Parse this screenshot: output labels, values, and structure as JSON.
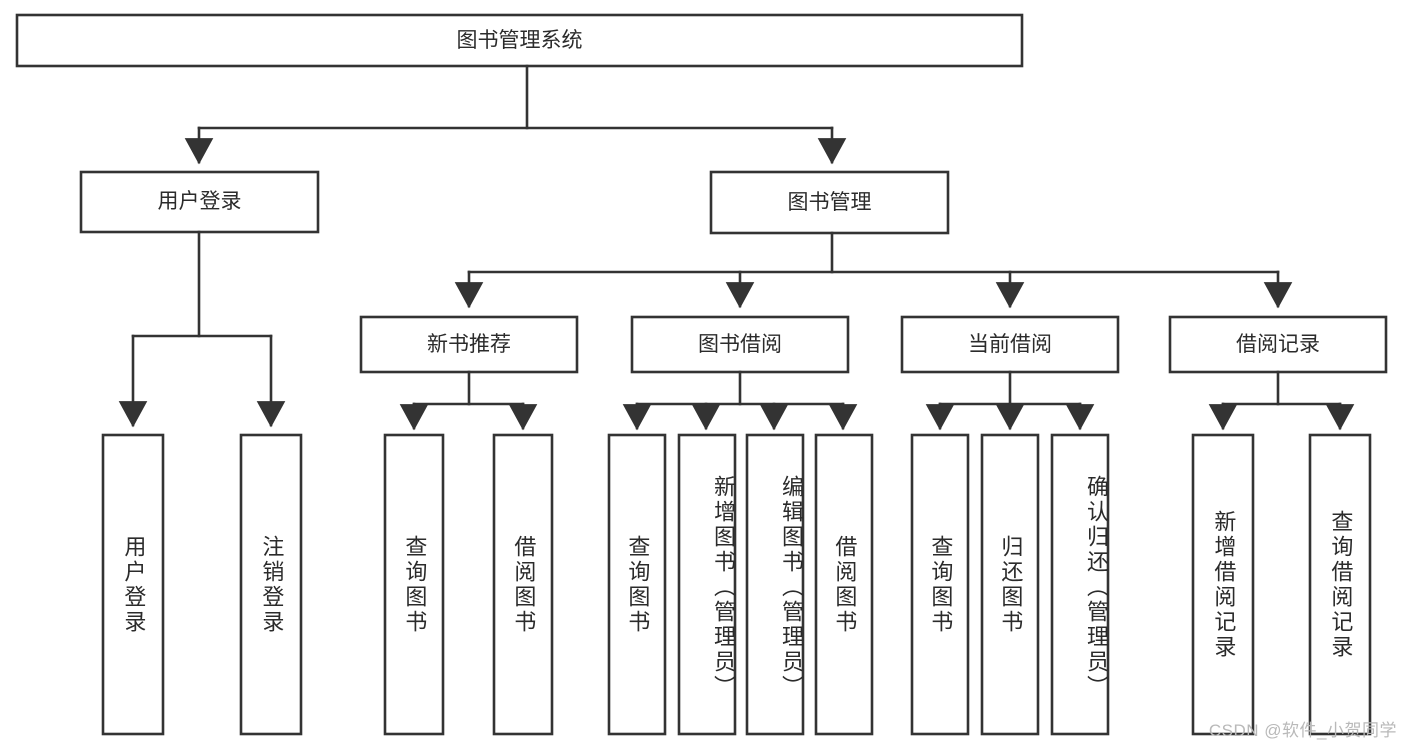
{
  "diagram": {
    "title": "图书管理系统",
    "type": "tree-hierarchy",
    "colors": {
      "background": "#ffffff",
      "box_fill": "#ffffff",
      "box_stroke": "#333333",
      "text": "#2b2b2b",
      "watermark": "#b9b9b9"
    },
    "root": {
      "label": "图书管理系统"
    },
    "level2": [
      {
        "label": "用户登录"
      },
      {
        "label": "图书管理"
      }
    ],
    "level3": [
      {
        "label": "新书推荐"
      },
      {
        "label": "图书借阅"
      },
      {
        "label": "当前借阅"
      },
      {
        "label": "借阅记录"
      }
    ],
    "leaves_user_login": [
      {
        "label": "用户登录"
      },
      {
        "label": "注销登录"
      }
    ],
    "leaves_new_book": [
      {
        "label": "查询图书"
      },
      {
        "label": "借阅图书"
      }
    ],
    "leaves_borrow": [
      {
        "label": "查询图书"
      },
      {
        "label": "新增图书（管理员）"
      },
      {
        "label": "编辑图书（管理员）"
      },
      {
        "label": "借阅图书"
      }
    ],
    "leaves_current": [
      {
        "label": "查询图书"
      },
      {
        "label": "归还图书"
      },
      {
        "label": "确认归还（管理员）"
      }
    ],
    "leaves_record": [
      {
        "label": "新增借阅记录"
      },
      {
        "label": "查询借阅记录"
      }
    ],
    "watermark": "CSDN @软件_小贺同学"
  }
}
